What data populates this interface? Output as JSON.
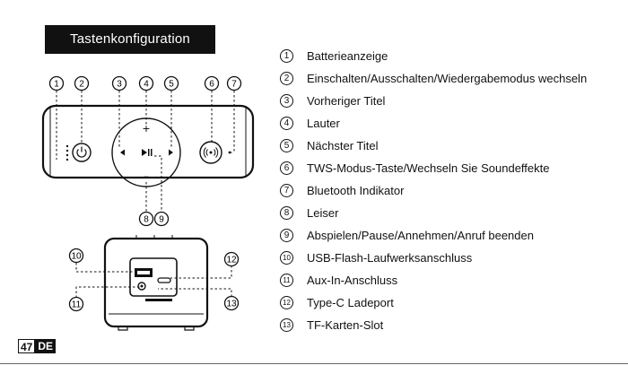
{
  "header": {
    "title": "Tastenkonfiguration"
  },
  "legend": [
    {
      "num": "1",
      "text": "Batterieanzeige"
    },
    {
      "num": "2",
      "text": "Einschalten/Ausschalten/Wiedergabemodus wechseln"
    },
    {
      "num": "3",
      "text": "Vorheriger Titel"
    },
    {
      "num": "4",
      "text": "Lauter"
    },
    {
      "num": "5",
      "text": "Nächster Titel"
    },
    {
      "num": "6",
      "text": "TWS-Modus-Taste/Wechseln Sie Soundeffekte"
    },
    {
      "num": "7",
      "text": "Bluetooth Indikator"
    },
    {
      "num": "8",
      "text": "Leiser"
    },
    {
      "num": "9",
      "text": "Abspielen/Pause/Annehmen/Anruf beenden"
    },
    {
      "num": "10",
      "text": "USB-Flash-Laufwerksanschluss"
    },
    {
      "num": "11",
      "text": "Aux-In-Anschluss"
    },
    {
      "num": "12",
      "text": "Type-C Ladeport"
    },
    {
      "num": "13",
      "text": "TF-Karten-Slot"
    }
  ],
  "diagram": {
    "top_labels": [
      "1",
      "2",
      "3",
      "4",
      "5",
      "6",
      "7"
    ],
    "bottom_labels": [
      "8",
      "9"
    ],
    "back_labels": [
      "10",
      "11",
      "12",
      "13"
    ],
    "icons": [
      "power-icon",
      "tws-icon",
      "prev-icon",
      "next-icon",
      "play-pause-icon",
      "vol-up-icon",
      "vol-down-icon"
    ]
  },
  "footer": {
    "page": "47",
    "lang": "DE"
  }
}
